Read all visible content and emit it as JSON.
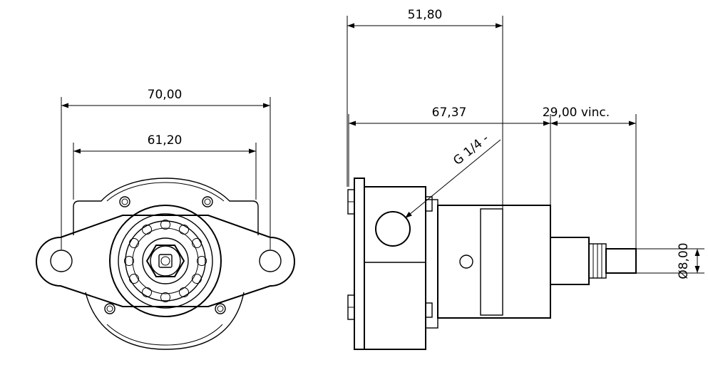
{
  "drawing": {
    "dimensions": {
      "flange_width": "70,00",
      "hole_spacing": "61,20",
      "body_length": "51,80",
      "overall_length": "67,37",
      "shaft_length": "29,00 vinc.",
      "shaft_diameter": "Ø8,00",
      "port_thread": "G 1/4 -"
    },
    "colors": {
      "line": "#000000",
      "background": "#ffffff"
    }
  }
}
